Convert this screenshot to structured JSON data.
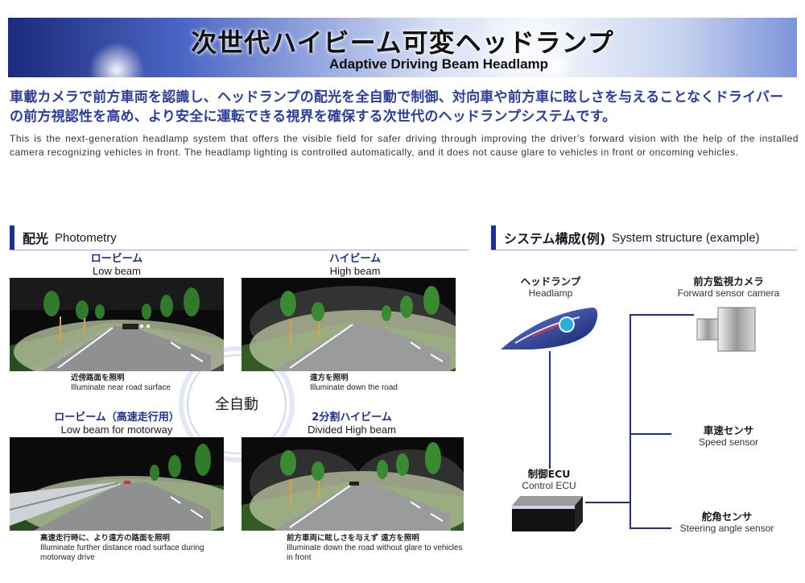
{
  "banner": {
    "title_jp": "次世代ハイビーム可変ヘッドランプ",
    "title_en": "Adaptive Driving Beam Headlamp"
  },
  "intro": {
    "lead_jp": "車載カメラで前方車両を認識し、ヘッドランプの配光を全自動で制御、対向車や前方車に眩しさを与えることなくドライバーの前方視認性を高め、より安全に運転できる視界を確保する次世代のヘッドランプシステムです。",
    "lead_en": "This is the next-generation headlamp system that offers the visible field for safer driving through improving the driver’s forward vision with the help of the installed camera recognizing vehicles in front. The headlamp lighting is controlled automatically, and it does not cause glare to vehicles in front or oncoming vehicles."
  },
  "photometry": {
    "heading_jp": "配光",
    "heading_en": "Photometry",
    "center_label": "全自動",
    "panels": [
      {
        "title_jp": "ロービーム",
        "title_en": "Low beam",
        "caption_jp": "近傍路面を照明",
        "caption_en": "Illuminate near road surface"
      },
      {
        "title_jp": "ハイビーム",
        "title_en": "High beam",
        "caption_jp": "遠方を照明",
        "caption_en": "Illuminate down the road"
      },
      {
        "title_jp": "ロービーム（高速走行用）",
        "title_en": "Low beam for motorway",
        "caption_jp": "高速走行時に、より遠方の路面を照明",
        "caption_en": "Illuminate further distance road surface during motorway drive"
      },
      {
        "title_jp": "2分割ハイビーム",
        "title_en": "Divided High beam",
        "caption_jp": "前方車両に眩しさを与えず 遠方を照明",
        "caption_en": "Illuminate down the road without glare to vehicles in front"
      }
    ]
  },
  "system": {
    "heading_jp": "システム構成(例)",
    "heading_en": "System structure (example)",
    "components": {
      "headlamp": {
        "jp": "ヘッドランプ",
        "en": "Headlamp"
      },
      "ecu": {
        "jp": "制御ECU",
        "en": "Control ECU"
      },
      "camera": {
        "jp": "前方監視カメラ",
        "en": "Forward sensor camera"
      },
      "speed": {
        "jp": "車速センサ",
        "en": "Speed sensor"
      },
      "steering": {
        "jp": "舵角センサ",
        "en": "Steering angle sensor"
      }
    },
    "line_color": "#1d2f8f"
  },
  "colors": {
    "accent_blue": "#2c3f9c",
    "banner_dark": "#1b2a7a"
  }
}
